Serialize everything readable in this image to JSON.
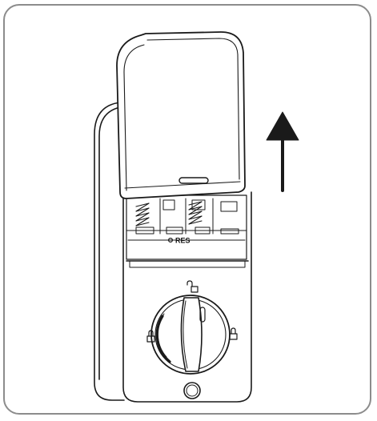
{
  "instruction": {
    "arrow_direction": "up",
    "reset_label": "RES",
    "lock_icons": [
      "unlock-icon",
      "lock-icon-left",
      "lock-icon-right"
    ]
  },
  "colors": {
    "stroke": "#1a1a1a",
    "frame_border": "#8c8c8c",
    "background": "#ffffff"
  }
}
